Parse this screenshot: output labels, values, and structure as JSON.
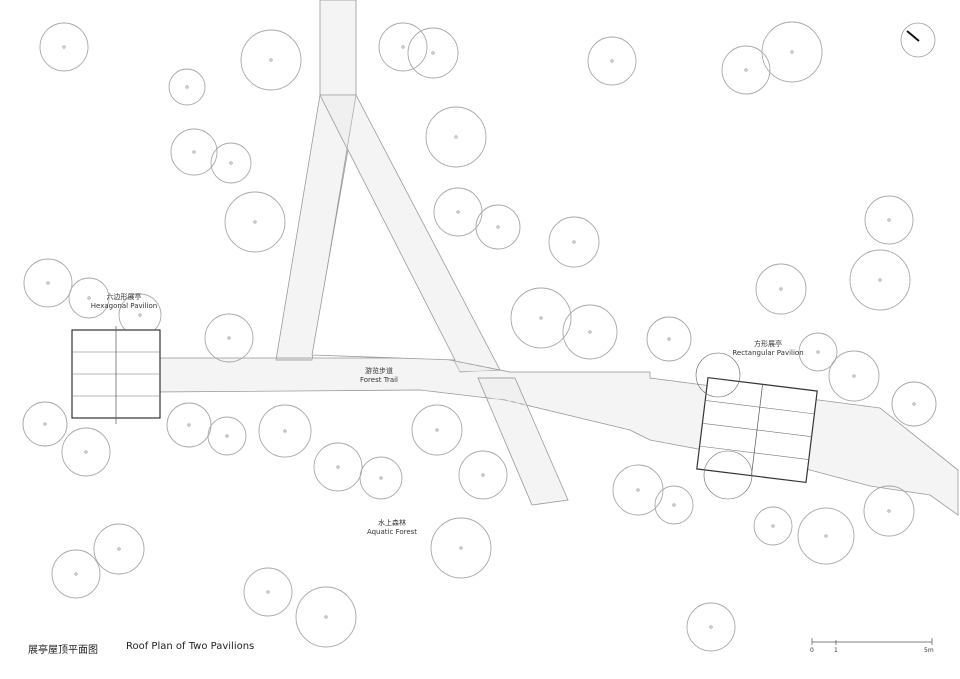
{
  "title": {
    "zh": "展亭屋顶平面图",
    "en": "Roof Plan of Two Pavilions"
  },
  "labels": {
    "hex_zh": "六边形展亭",
    "hex_en": "Hexagonal Pavilion",
    "rect_zh": "方形展亭",
    "rect_en": "Rectangular Pavilion",
    "trail_zh": "游览步道",
    "trail_en": "Forest Trail",
    "forest_zh": "水上森林",
    "forest_en": "Aquatic Forest"
  },
  "scale_bar": {
    "ticks": [
      "0",
      "1",
      "5m"
    ]
  },
  "icons": {
    "north": "north-arrow-icon"
  },
  "colors": {
    "line": "#9a9a9a",
    "dark": "#333333",
    "tree": "#a8a8a8"
  }
}
